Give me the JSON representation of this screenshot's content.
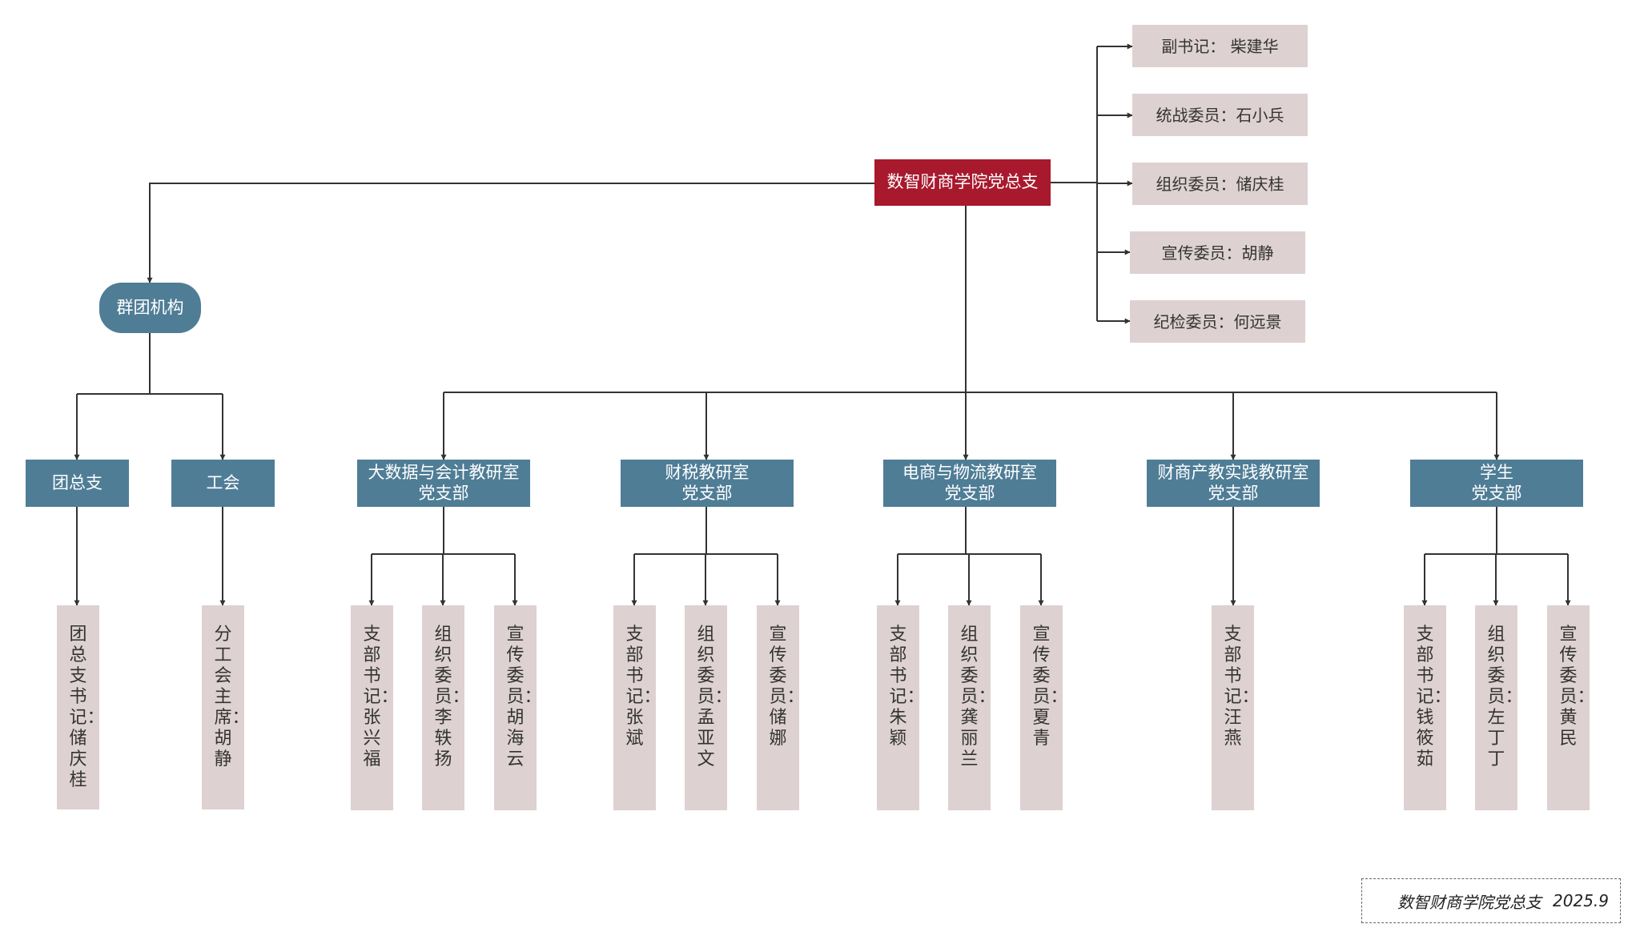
{
  "diagram": {
    "root": {
      "label": "数智财商学院党总支"
    },
    "officers": [
      {
        "label": "副书记：    柴建华"
      },
      {
        "label": "统战委员：石小兵"
      },
      {
        "label": "组织委员：储庆桂"
      },
      {
        "label": "宣传委员：胡静"
      },
      {
        "label": "纪检委员：何远景"
      }
    ],
    "mass_org": {
      "label": "群团机构",
      "units": [
        {
          "label": "团总支",
          "member": "团总支书记：储庆桂"
        },
        {
          "label": "工会",
          "member": "分工会主席：胡静"
        }
      ]
    },
    "branches": [
      {
        "label_line1": "大数据与会计教研室",
        "label_line2": "党支部",
        "members": [
          "支部书记：张兴福",
          "组织委员：李轶扬",
          "宣传委员：胡海云"
        ]
      },
      {
        "label_line1": "财税教研室",
        "label_line2": "党支部",
        "members": [
          "支部书记：张斌",
          "组织委员：孟亚文",
          "宣传委员：储娜"
        ]
      },
      {
        "label_line1": "电商与物流教研室",
        "label_line2": "党支部",
        "members": [
          "支部书记：朱颖",
          "组织委员：龚丽兰",
          "宣传委员：夏青"
        ]
      },
      {
        "label_line1": "财商产教实践教研室",
        "label_line2": "党支部",
        "members": [
          "支部书记：汪燕"
        ]
      },
      {
        "label_line1": "学生",
        "label_line2": "党支部",
        "members": [
          "支部书记：钱筱茹",
          "组织委员：左丁丁",
          "宣传委员：黄民"
        ]
      }
    ],
    "footer": {
      "org": "数智财商学院党总支",
      "date": "2025.9"
    },
    "colors": {
      "root": "#a8192e",
      "unit": "#4f7d96",
      "person": "#ded1d1",
      "line": "#333333"
    }
  }
}
